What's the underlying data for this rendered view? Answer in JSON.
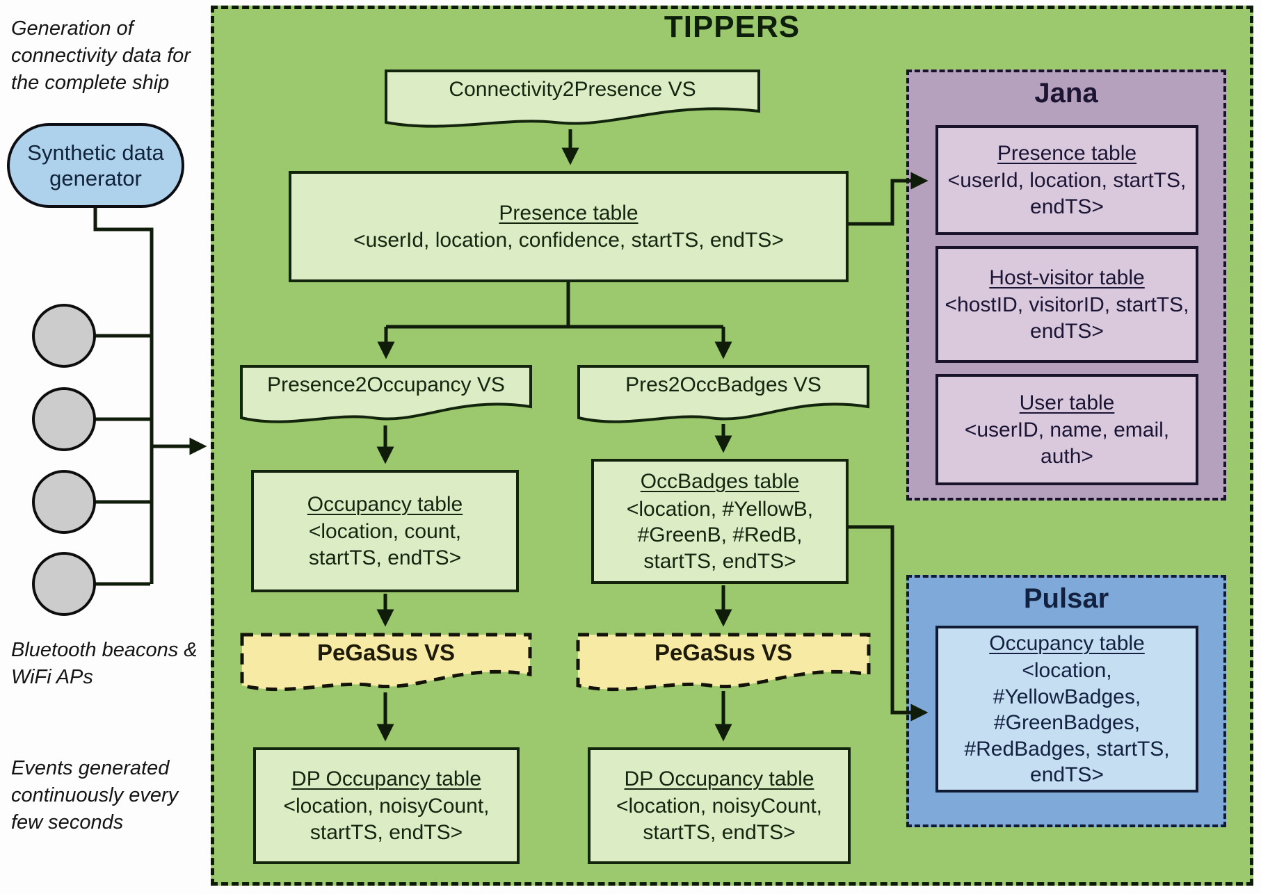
{
  "left_panel": {
    "caption_generation": "Generation of connectivity data for the complete ship",
    "generator_label": "Synthetic data generator",
    "caption_beacons": "Bluetooth beacons & WiFi APs",
    "caption_events": "Events generated continuously every few seconds"
  },
  "tippers": {
    "title": "TIPPERS",
    "flags": {
      "connectivity2presence": "Connectivity2Presence VS",
      "presence2occupancy": "Presence2Occupancy VS",
      "pres2occbadges": "Pres2OccBadges VS",
      "pegasus": "PeGaSus VS"
    },
    "presence_table": {
      "title": "Presence table",
      "attrs": "<userId, location, confidence, startTS, endTS>"
    },
    "occupancy_table": {
      "title": "Occupancy table",
      "attrs": "<location, count, startTS, endTS>"
    },
    "occbadges_table": {
      "title": "OccBadges table",
      "attrs": "<location, #YellowB, #GreenB, #RedB, startTS, endTS>"
    },
    "dp_occupancy_table": {
      "title": "DP Occupancy table",
      "attrs": "<location, noisyCount, startTS, endTS>"
    }
  },
  "jana": {
    "title": "Jana",
    "presence_table": {
      "title": "Presence table",
      "attrs": "<userId, location, startTS, endTS>"
    },
    "host_visitor_table": {
      "title": "Host-visitor table",
      "attrs": "<hostID, visitorID, startTS, endTS>"
    },
    "user_table": {
      "title": "User table",
      "attrs": "<userID, name, email, auth>"
    }
  },
  "pulsar": {
    "title": "Pulsar",
    "occupancy_table": {
      "title": "Occupancy table",
      "attrs": "<location, #YellowBadges, #GreenBadges, #RedBadges, startTS, endTS>"
    }
  },
  "colors": {
    "green_bg": "#9cc96e",
    "green_box": "#dcedc6",
    "yellow_flag": "#f7eaa4",
    "jana_bg": "#b5a1bd",
    "jana_box": "#dac9dd",
    "pulsar_bg": "#7ea9d8",
    "pulsar_box": "#c5def2",
    "pill_blue": "#aed2ec",
    "circle_gray": "#cccccc",
    "line": "#101c0a"
  }
}
